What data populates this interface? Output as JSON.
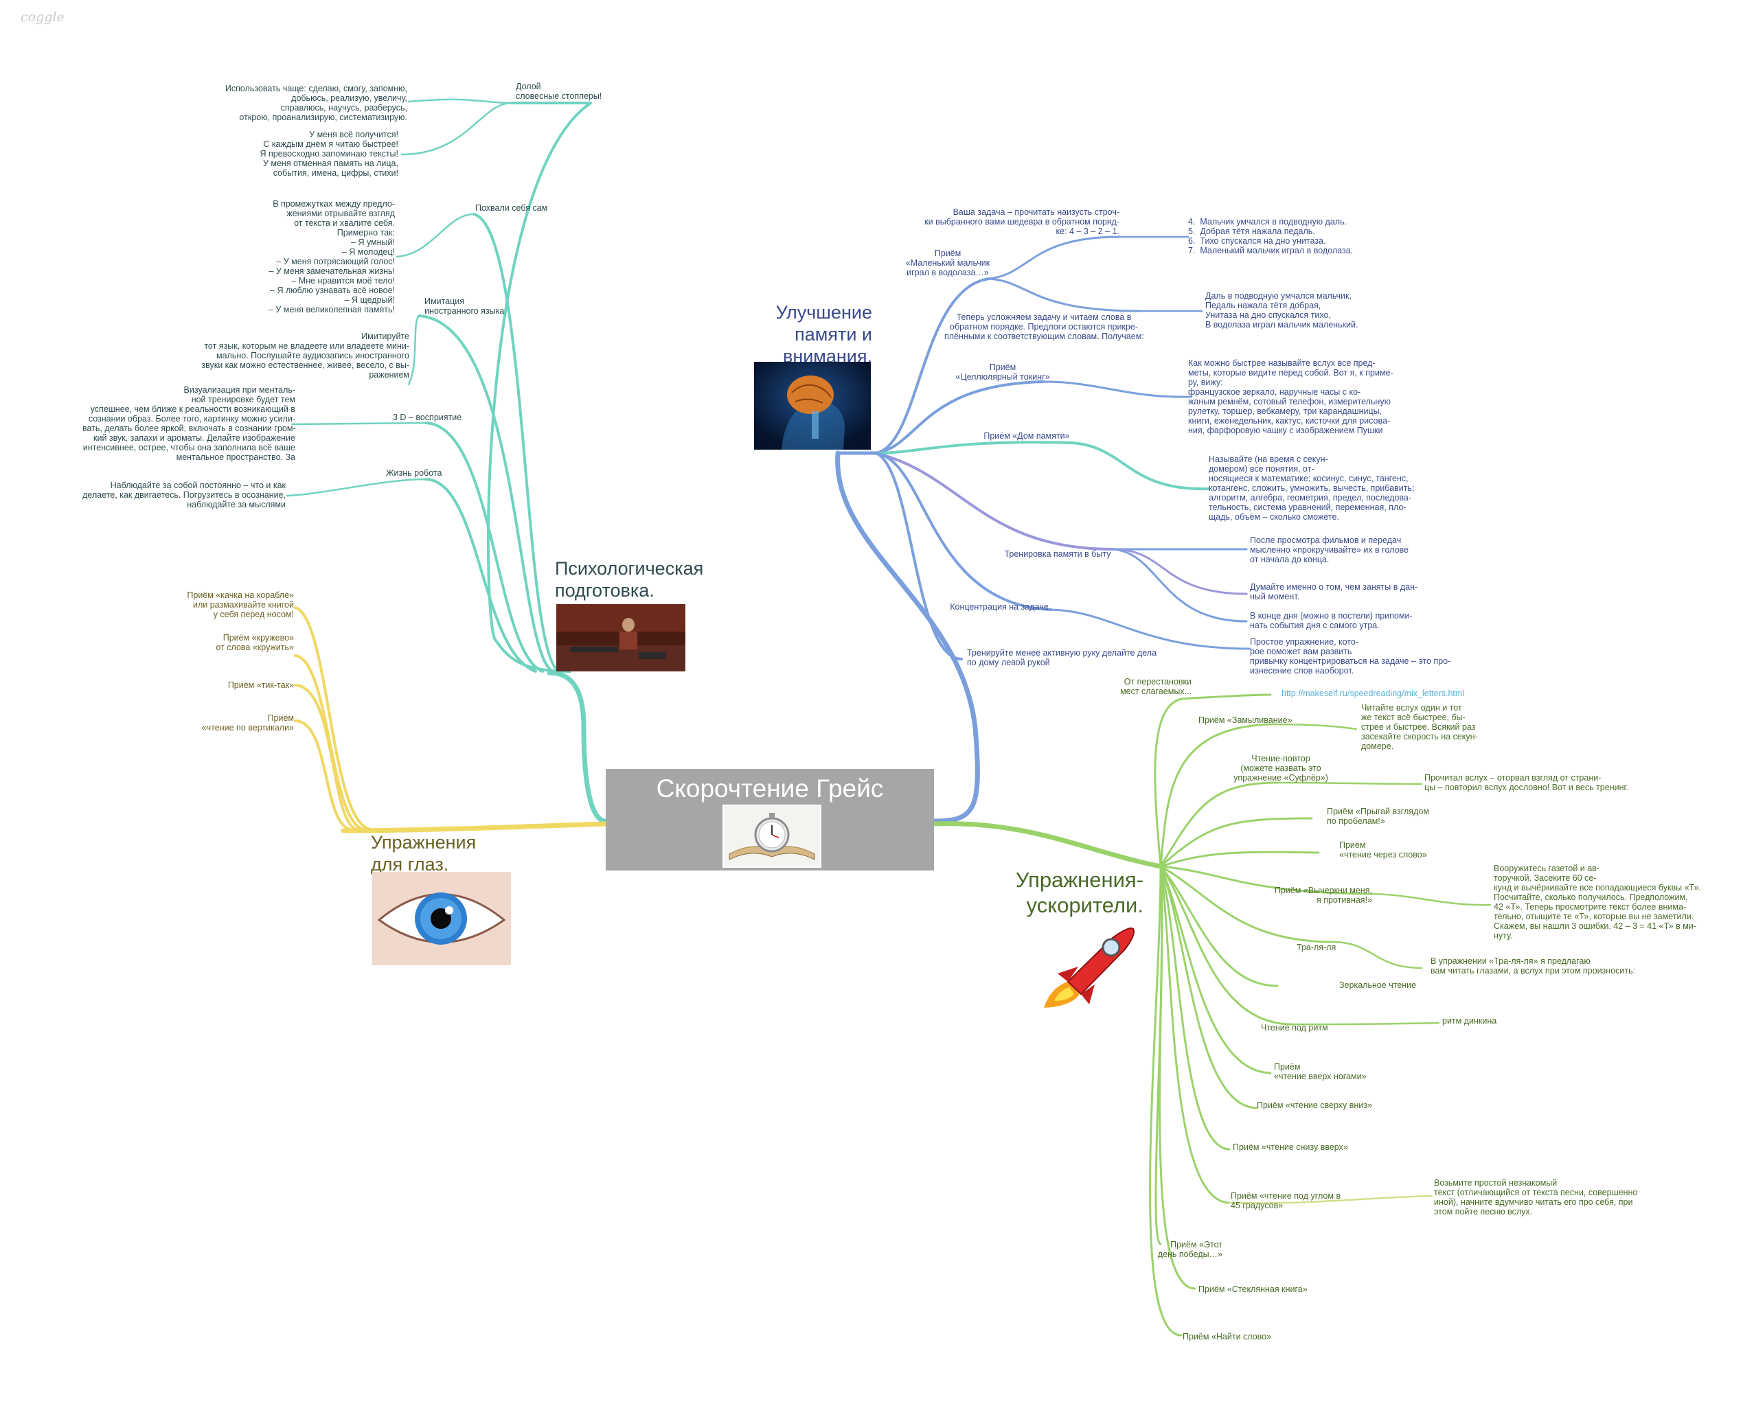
{
  "app": {
    "logo": "coggle"
  },
  "colors": {
    "root_bg": "#a6a6a6",
    "teal": "#6fd3c0",
    "blue": "#7a9fdc",
    "green": "#9ad26a",
    "yellow": "#f0d862"
  },
  "root": {
    "title": "Скорочтение Грейс",
    "image_icon": "stopwatch-on-book-image"
  },
  "branches": {
    "memory": {
      "title": "Улучшение\nпамяти и\nвнимания.",
      "image_icon": "brain-image",
      "malchik_node": "Приём\n«Маленький мальчик\nиграл в водолаза…»",
      "malchik_task": "Ваша задача – прочитать наизусть строч-\nки выбранного вами шедевра в обратном поряд-\nке: 4 – 3 – 2 – 1.",
      "malchik_list": "4.  Мальчик умчался в подводную даль.\n5.  Добрая тётя нажала педаль.\n6.  Тихо спускался на дно унитаза.\n7.  Маленький мальчик играл в водолаза.",
      "malchik_harder": "Теперь усложняем задачу и читаем слова в\nобратном порядке. Предлоги остаются прикре-\nплёнными к соответствующим словам. Получаем:",
      "malchik_result": "Даль в подводную умчался мальчик,\nПедаль нажала тётя добрая,\nУнитаза на дно спускался тихо,\nВ водолаза играл мальчик маленький.",
      "tocking_node": "Приём\n«Целлюлярный токинг»",
      "tocking_text": "Как можно быстрее называйте вслух все пред-\nметы, которые видите перед собой. Вот я, к приме-\nру, вижу:\nфранцузское зеркало, наручные часы с ко-\nжаным ремнём, сотовый телефон, измерительную\nрулетку, торшер, вебкамеру, три карандашницы,\nкниги, еженедельник, кактус, кисточки для рисова-\nния, фарфоровую чашку с изображением Пушки",
      "house_node": "Приём «Дом памяти»",
      "house_text": "Называйте (на время с секун-\nдомером) все понятия, от-\nносящиеся к математике: косинус, синус, тангенс,\nкотангенс, сложить, умножить, вычесть, прибавить;\nалгоритм, алгебра, геометрия, предел, последова-\nтельность, система уравнений, переменная, пло-\nщадь, объём – сколько сможете.",
      "daily_node": "Тренировка памяти в быту",
      "daily_1": "После просмотра фильмов и передач\nмысленно «прокручивайте» их в голове\nот начала до конца.",
      "daily_2": "Думайте именно о том, чем заняты в дан-\nный момент.",
      "daily_3": "В конце дня (можно в постели) припоми-\nнать события дня с самого утра.",
      "focus_node": "Концентрация на задаче",
      "focus_text": "Простое упражнение, кото-\nрое поможет вам развить\nпривычку концентрироваться на задаче – это про-\nизнесение слов наоборот.",
      "hand_node": "Тренируйте менее активную руку делайте дела\nпо дому левой рукой"
    },
    "psych": {
      "title": "Психологическая\nподготовка.",
      "image_icon": "man-sitting-photo",
      "stoppers_node": "Долой\nсловесные стопперы!",
      "stoppers_1": "Использовать чаще: сделаю, смогу, запомню,\nдобьюсь, реализую, увеличу,\nсправлюсь, научусь, разберусь,\nоткрою, проанализирую, систематизирую.",
      "stoppers_2": "У меня всё получится!\nС каждым днём я читаю быстрее!\nЯ превосходно запоминаю тексты!\nУ меня отменная память на лица,\nсобытия, имена, цифры, стихи!",
      "praise_node": "Похвали себя сам",
      "praise_text": "В промежутках между предло-\nжениями отрывайте взгляд\nот текста и хвалите себя.\nПримерно так:\n– Я умный!\n– Я молодец!\n– У меня потрясающий голос!\n– У меня замечательная жизнь!\n– Мне нравится моё тело!\n– Я люблю узнавать всё новое!\n– Я щедрый!\n– У меня великолепная память!",
      "imitation_node": "Имитация\nиностранного языка",
      "imitation_text": "Имитируйте\nтот язык, которым не владеете или владеете мини-\nмально. Послушайте аудиозапись иностранного\nзвуки как можно естественнее, живее, весело, с вы-\nражением",
      "three_d_node": "3 D – восприятие",
      "three_d_text": "Визуализация при менталь-\nной тренировке будет тем\nуспешнее, чем ближе к реальности возникающий в\nсознании образ. Более того, картинку можно усили-\nвать, делать более яркой, включать в сознании гром-\nкий звук, запахи и ароматы. Делайте изображение\nинтенсивнее, острее, чтобы она заполнила всё ваше\nментальное пространство. За",
      "robot_node": "Жизнь робота",
      "robot_text": "Наблюдайте за собой постоянно – что и как\nделаете, как двигаетесь. Погрузитесь в осознание,\nнаблюдайте за мыслями"
    },
    "eyes": {
      "title": "Упражнения\nдля глаз.",
      "image_icon": "blue-eye-image",
      "items": [
        "Приём «качка на корабле»\nили размахивайте книгой\nу себя перед носом!",
        "Приём «кружево»\nот слова «кружить»",
        "Приём «тик-так»",
        "Приём\n«чтение по вертикали»"
      ]
    },
    "accel": {
      "title": "Упражнения-\nускорители.",
      "image_icon": "rocket-image",
      "perest_node": "От перестановки\nмест слагаемых...",
      "perest_link": "http://makeself.ru/speedreading/mix_letters.html",
      "zamyl_node": "Приём «Замыливание»",
      "zamyl_text": "Читайте вслух один и тот\nже текст всё быстрее, бы-\nстрее и быстрее. Всякий раз\nзасекайте скорость на секун-\nдомере.",
      "sufler_node": "Чтение-повтор\n(можете назвать это\nупражнение «Суфлёр»)",
      "sufler_text": "Прочитал вслух – оторвал взгляд от страни-\nцы – повторил вслух дословно! Вот и весь тренинг.",
      "jump": "Приём «Прыгай взглядом\nпо пробелам!»",
      "through_word": "Приём\n«чтение через слово»",
      "strike_node": "Приём «Вычеркни меня,\nя противная!»",
      "strike_text": "Вооружитесь газетой и ав-\nторучкой. Засеките 60 се-\nкунд и вычёркивайте все попадающиеся буквы «Т».\nПосчитайте, сколько получилось. Предположим,\n42 «Т». Теперь просмотрите текст более внима-\nтельно, отыщите те «Т», которые вы не заметили.\nСкажем, вы нашли 3 ошибки. 42 – 3 = 41 «Т» в ми-\nнуту.",
      "tralala_node": "Тра-ля-ля",
      "tralala_text": "В упражнении «Тра-ля-ля» я предлагаю\nвам читать глазами, а вслух при этом произносить:",
      "mirror": "Зеркальное чтение",
      "rhythm_node": "Чтение под ритм",
      "rhythm_text": "ритм динкина",
      "upside": "Приём\n«чтение вверх ногами»",
      "top_down": "Приём «чтение сверху вниз»",
      "bottom_up": "Приём «чтение снизу вверх»",
      "angle_node": "Приём «чтение под углом в\n45 градусов»",
      "angle_text": "Возьмите простой незнакомый\nтекст (отличающийся от текста песни, совершенно\nиной), начните вдумчиво читать его про себя, при\nэтом пойте песню вслух.",
      "victory": "Приём «Этот\nдень победы…»",
      "glass_book": "Приём «Стеклянная книга»",
      "find_word": "Приём «Найти слово»"
    }
  }
}
